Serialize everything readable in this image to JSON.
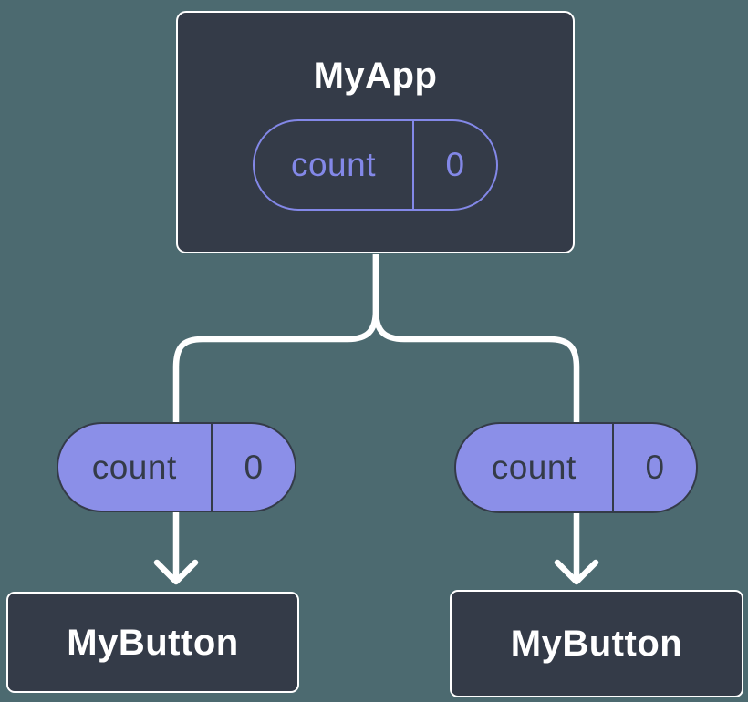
{
  "colors": {
    "background": "#4C6A70",
    "node-fill": "#343B48",
    "node-border": "#FFFFFF",
    "pill-fill": "#8B8FE8",
    "pill-dark": "#343B48",
    "accent": "#8388E8",
    "connector": "#FFFFFF"
  },
  "diagram": {
    "type": "component-tree",
    "root": {
      "label": "MyApp",
      "prop": {
        "name": "count",
        "value": "0"
      }
    },
    "children": [
      {
        "label": "MyButton",
        "prop": {
          "name": "count",
          "value": "0"
        }
      },
      {
        "label": "MyButton",
        "prop": {
          "name": "count",
          "value": "0"
        }
      }
    ]
  }
}
